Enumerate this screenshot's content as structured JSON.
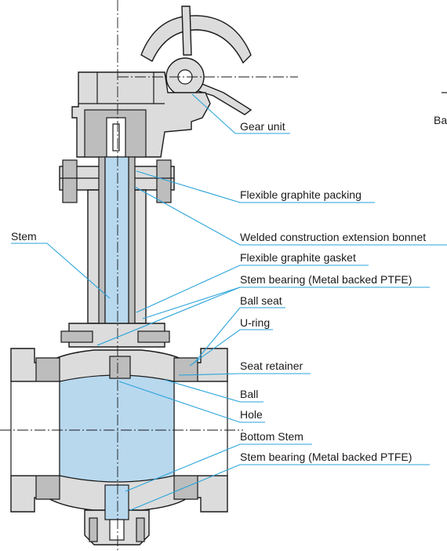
{
  "labels": {
    "gear_unit": "Gear unit",
    "flexible_graphite_packing": "Flexible graphite packing",
    "stem": "Stem",
    "extension_bonnet": "Welded construction extension bonnet",
    "flexible_graphite_gasket": "Flexible graphite gasket",
    "stem_bearing_top": "Stem bearing (Metal backed PTFE)",
    "ball_seat": "Ball seat",
    "u_ring": "U-ring",
    "seat_retainer": "Seat retainer",
    "ball": "Ball",
    "hole": "Hole",
    "bottom_stem": "Bottom Stem",
    "stem_bearing_bottom": "Stem bearing (Metal backed PTFE)",
    "cut_off_text": "Ba"
  },
  "colors": {
    "leader": "#2aa3da",
    "blue_fill": "#b8d8ee",
    "body_fill": "#dcdcdc"
  }
}
